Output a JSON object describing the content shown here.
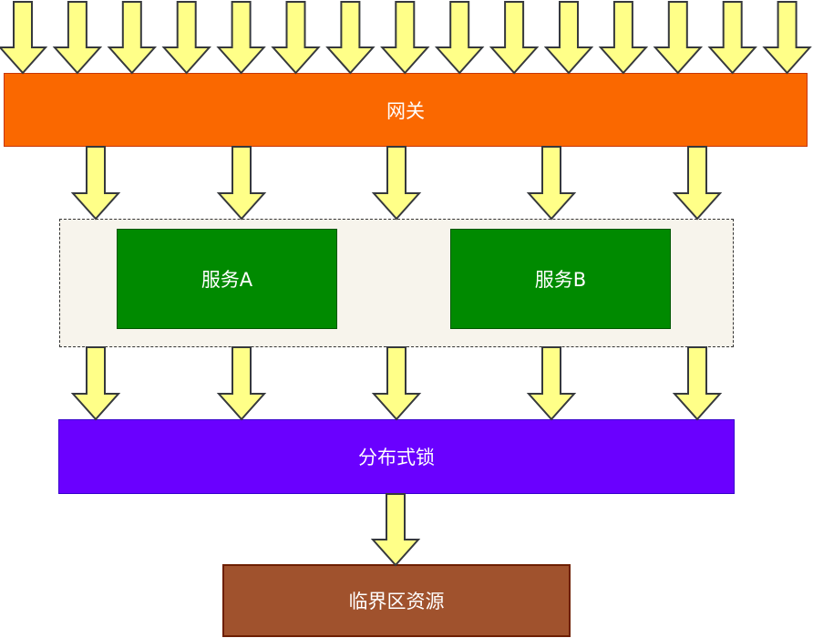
{
  "diagram": {
    "title": "",
    "nodes": {
      "gateway": {
        "label": "网关",
        "fill": "#fa6800",
        "stroke": "#c73500"
      },
      "service_group": {
        "label": "",
        "fill": "#f7f4ec",
        "stroke": "#333333",
        "style": "dashed"
      },
      "service_a": {
        "label": "服务A",
        "fill": "#008a00",
        "stroke": "#005700"
      },
      "service_b": {
        "label": "服务B",
        "fill": "#008a00",
        "stroke": "#005700"
      },
      "lock": {
        "label": "分布式锁",
        "fill": "#6a00ff",
        "stroke": "#3700cc"
      },
      "resource": {
        "label": "临界区资源",
        "fill": "#a0522d",
        "stroke": "#6d1f00"
      }
    },
    "arrow_style": {
      "fill": "#ffff88",
      "stroke": "#36393d",
      "direction": "down"
    },
    "flows": [
      {
        "from": "requests",
        "to": "gateway",
        "count": 15
      },
      {
        "from": "gateway",
        "to": "service_group",
        "count": 5
      },
      {
        "from": "service_group",
        "to": "lock",
        "count": 5
      },
      {
        "from": "lock",
        "to": "resource",
        "count": 1
      }
    ]
  }
}
